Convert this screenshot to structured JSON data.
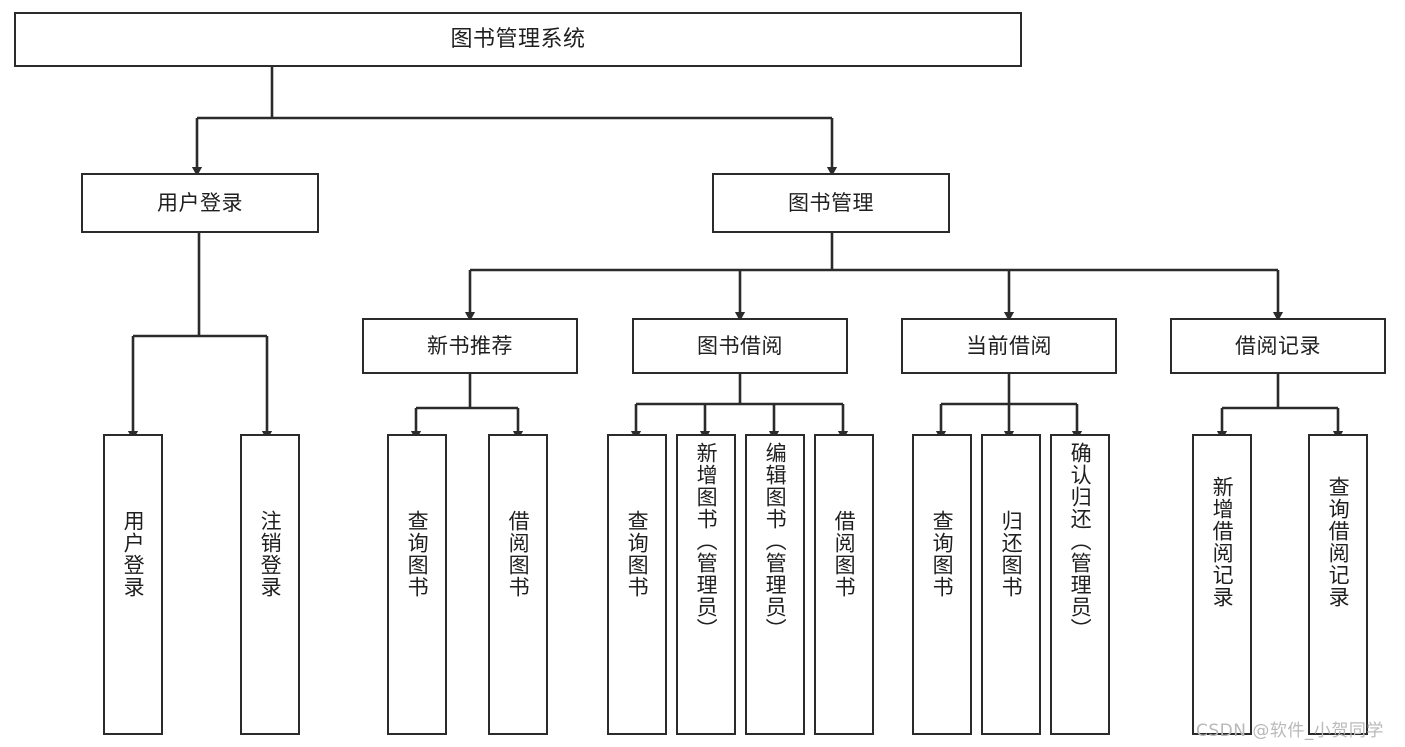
{
  "diagram": {
    "title": "图书管理系统",
    "type": "tree-hierarchy",
    "watermark": "CSDN @软件_小贺同学",
    "colors": {
      "stroke": "#2b2b2b",
      "fill": "#ffffff",
      "text": "#1f1f1f",
      "watermark": "#b9b9b9",
      "background": "#ffffff"
    },
    "root": {
      "label": "图书管理系统"
    },
    "tier2": [
      {
        "label": "用户登录"
      },
      {
        "label": "图书管理"
      }
    ],
    "tier3": [
      {
        "label": "新书推荐"
      },
      {
        "label": "图书借阅"
      },
      {
        "label": "当前借阅"
      },
      {
        "label": "借阅记录"
      }
    ],
    "leaves": {
      "user_login": [
        {
          "label": "用户登录"
        },
        {
          "label": "注销登录"
        }
      ],
      "new_book_recommend": [
        {
          "label": "查询图书"
        },
        {
          "label": "借阅图书"
        }
      ],
      "book_borrow": [
        {
          "label": "查询图书"
        },
        {
          "label": "新增图书（管理员）"
        },
        {
          "label": "编辑图书（管理员）"
        },
        {
          "label": "借阅图书"
        }
      ],
      "current_borrow": [
        {
          "label": "查询图书"
        },
        {
          "label": "归还图书"
        },
        {
          "label": "确认归还（管理员）"
        }
      ],
      "borrow_records": [
        {
          "label": "新增借阅记录"
        },
        {
          "label": "查询借阅记录"
        }
      ]
    }
  }
}
